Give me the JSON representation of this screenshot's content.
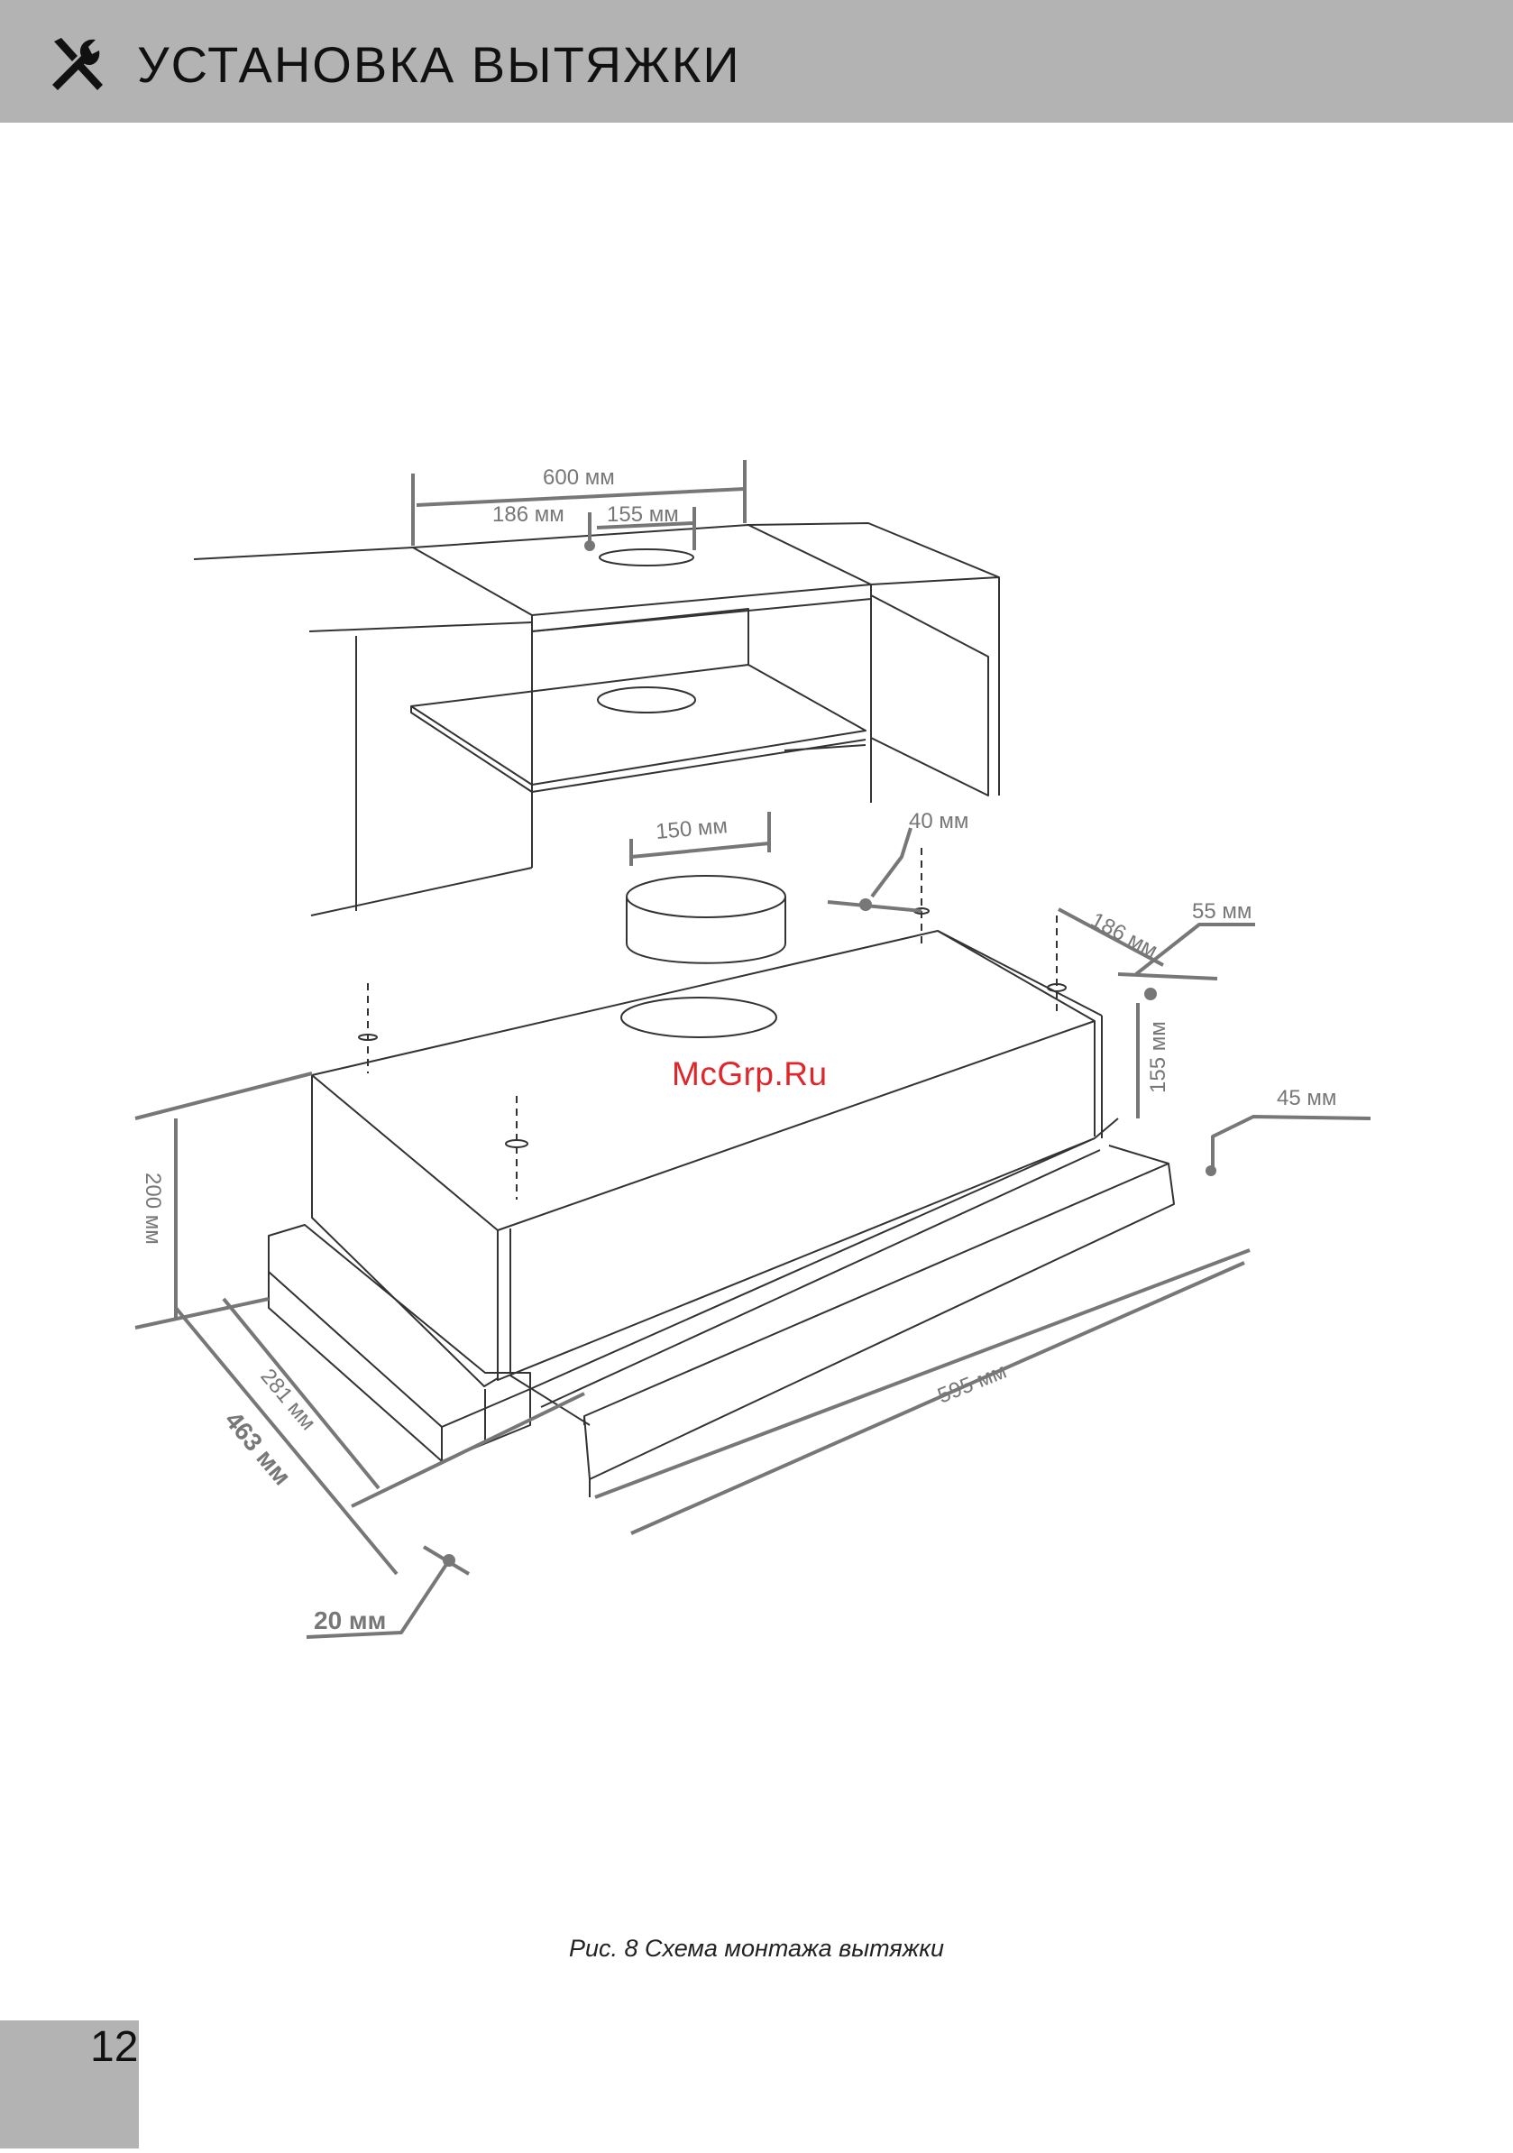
{
  "header": {
    "title": "УСТАНОВКА ВЫТЯЖКИ",
    "icon": "wrench-screwdriver-icon",
    "background": "#b3b3b3"
  },
  "figure": {
    "dimensions": {
      "cabinet_width": "600 мм",
      "hole_offset": "186 мм",
      "hole_diameter": "155 мм",
      "duct_diameter": "150 мм",
      "screw_offset_front": "40 мм",
      "screw_offset_side": "186 мм",
      "screw_offset_rear": "55 мм",
      "rear_height": "155 мм",
      "panel_height": "45 мм",
      "body_height": "200 мм",
      "depth_inner": "281 мм",
      "depth_total": "463 мм",
      "width": "595 мм",
      "front_gap": "20 мм"
    },
    "watermark": "McGrp.Ru",
    "watermark_color": "#e0262a"
  },
  "caption": "Рис. 8 Схема монтажа вытяжки",
  "page_number": "12"
}
